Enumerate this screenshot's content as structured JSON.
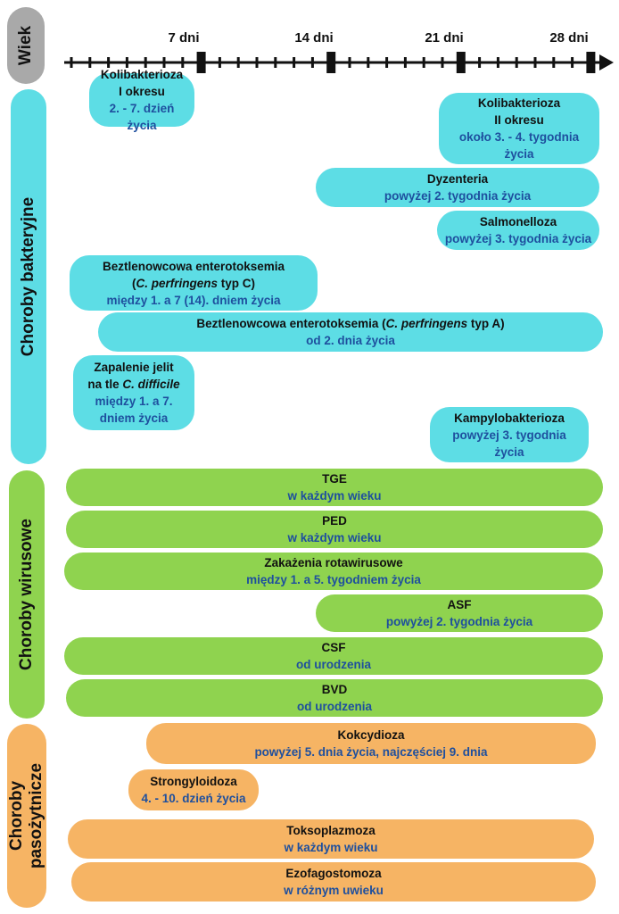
{
  "categories": {
    "age": "Wiek",
    "bacterial": "Choroby bakteryjne",
    "viral": "Choroby wirusowe",
    "parasitic": [
      "Choroby",
      "pasożytnicze"
    ]
  },
  "timeline": {
    "ticks": [
      "7 dni",
      "14 dni",
      "21 dni",
      "28 dni"
    ]
  },
  "bacterial": [
    {
      "name": [
        "Kolibakterioza",
        "I okresu"
      ],
      "time": [
        "2. - 7. dzień życia"
      ]
    },
    {
      "name": [
        "Kolibakterioza",
        "II okresu"
      ],
      "time": [
        "około 3. - 4. tygodnia",
        "życia"
      ]
    },
    {
      "name": [
        "Dyzenteria"
      ],
      "time": [
        "powyżej 2. tygodnia życia"
      ]
    },
    {
      "name": [
        "Salmonelloza"
      ],
      "time": [
        "powyżej 3. tygodnia życia"
      ]
    },
    {
      "name_pre": "Beztlenowcowa enterotoksemia",
      "name2_pre": "(",
      "name2_it": "C. perfringens",
      "name2_post": " typ C)",
      "time": [
        "między 1. a 7 (14). dniem życia"
      ]
    },
    {
      "name_pre": "Beztlenowcowa enterotoksemia (",
      "name_it": "C. perfringens",
      "name_post": " typ A)",
      "time": [
        "od 2. dnia życia"
      ]
    },
    {
      "name": [
        "Zapalenie jelit"
      ],
      "name2_pre": "na tle ",
      "name2_it": "C. difficile",
      "time": [
        "między 1. a 7.",
        "dniem życia"
      ]
    },
    {
      "name": [
        "Kampylobakterioza"
      ],
      "time": [
        "powyżej 3. tygodnia",
        "życia"
      ]
    }
  ],
  "viral": [
    {
      "name": "TGE",
      "time": "w każdym wieku"
    },
    {
      "name": "PED",
      "time": "w każdym wieku"
    },
    {
      "name": "Zakażenia rotawirusowe",
      "time": "między 1. a 5. tygodniem życia"
    },
    {
      "name": "ASF",
      "time": "powyżej 2. tygodnia życia"
    },
    {
      "name": "CSF",
      "time": "od urodzenia"
    },
    {
      "name": "BVD",
      "time": "od urodzenia"
    }
  ],
  "parasitic": [
    {
      "name": "Kokcydioza",
      "time": "powyżej 5. dnia życia, najczęściej 9. dnia"
    },
    {
      "name": "Strongyloidoza",
      "time": "4. - 10. dzień życia"
    },
    {
      "name": "Toksoplazmoza",
      "time": "w każdym wieku"
    },
    {
      "name": "Ezofagostomoza",
      "time": "w różnym uwieku"
    }
  ],
  "colors": {
    "bacterial": "#5ddde5",
    "viral": "#8fd34f",
    "parasitic": "#f6b464",
    "age": "#a9a9a9",
    "time_text": "#1e4f9e"
  }
}
